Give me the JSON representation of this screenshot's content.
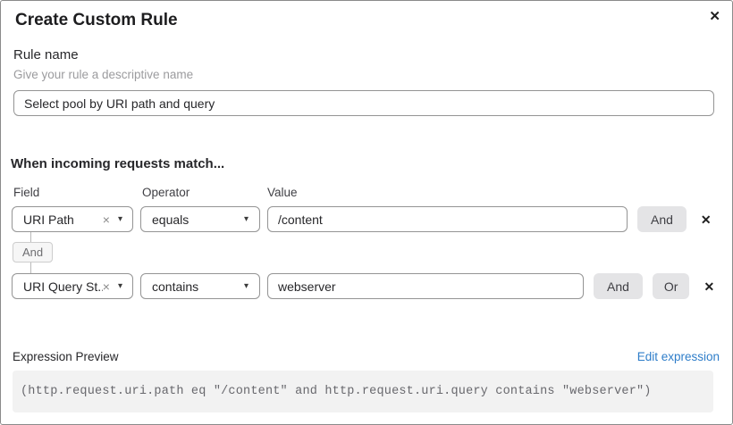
{
  "dialog": {
    "title": "Create Custom Rule"
  },
  "rule_name": {
    "label": "Rule name",
    "hint": "Give your rule a descriptive name",
    "value": "Select pool by URI path and query"
  },
  "match": {
    "heading": "When incoming requests match...",
    "columns": {
      "field": "Field",
      "operator": "Operator",
      "value": "Value"
    },
    "connector_label": "And",
    "rows": [
      {
        "field": "URI Path",
        "operator": "equals",
        "value": "/content",
        "and_label": "And"
      },
      {
        "field": "URI Query St...",
        "operator": "contains",
        "value": "webserver",
        "and_label": "And",
        "or_label": "Or"
      }
    ]
  },
  "expression": {
    "label": "Expression Preview",
    "edit_link": "Edit expression",
    "code": "(http.request.uri.path eq \"/content\" and http.request.uri.query contains \"webserver\")"
  },
  "icons": {
    "close": "✕",
    "remove": "✕",
    "clear": "×",
    "caret": "▾"
  },
  "colors": {
    "link": "#2e7dc9",
    "button_bg": "#e4e4e6",
    "input_border": "#949494",
    "code_bg": "#f2f2f2"
  }
}
